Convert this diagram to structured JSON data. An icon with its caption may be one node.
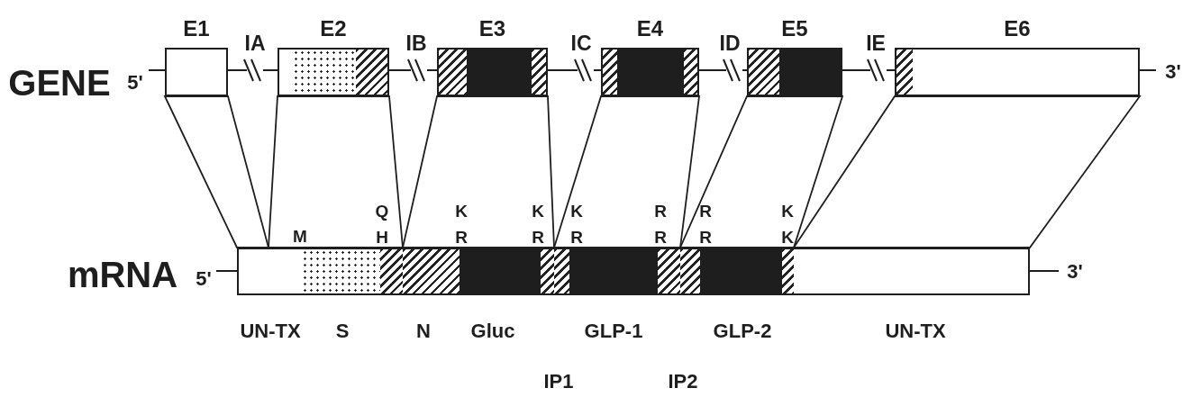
{
  "diagram": {
    "nodes": [
      {
        "text": [
          "E1"
        ]
      },
      {
        "text": [
          "E2"
        ]
      },
      {
        "text": [
          "E3"
        ]
      },
      {
        "text": [
          "E4"
        ]
      },
      {
        "text": [
          "E5"
        ]
      },
      {
        "text": [
          "E6"
        ]
      },
      {
        "text": [],
        "shape": "bar"
      },
      {
        "text": [],
        "shape": "bar"
      },
      {
        "text": [],
        "shape": "bar"
      },
      {
        "text": [],
        "shape": "bar"
      },
      {
        "text": [],
        "shape": "bar"
      },
      {
        "text": [],
        "shape": "bar"
      }
    ],
    "edges": [
      {
        "from": 0,
        "to": 6,
        "arrow": "none"
      },
      {
        "from": 1,
        "to": 7,
        "arrow": "none"
      },
      {
        "from": 2,
        "to": 8,
        "arrow": "none"
      },
      {
        "from": 3,
        "to": 9,
        "arrow": "none"
      },
      {
        "from": 4,
        "to": 10,
        "arrow": "none"
      },
      {
        "from": 5,
        "to": 11,
        "arrow": "none"
      }
    ],
    "labels": [
      "GENE",
      "5'",
      "3'",
      "IA",
      "IB",
      "IC",
      "ID",
      "IE",
      "mRNA",
      "5'",
      "3'",
      "Q",
      "K",
      "K",
      "K",
      "R",
      "R",
      "K",
      "M",
      "H",
      "R",
      "R",
      "R",
      "R",
      "R",
      "K",
      "UN-TX",
      "S",
      "N",
      "Gluc",
      "GLP-1",
      "GLP-2",
      "UN-TX",
      "IP1",
      "IP2"
    ]
  }
}
